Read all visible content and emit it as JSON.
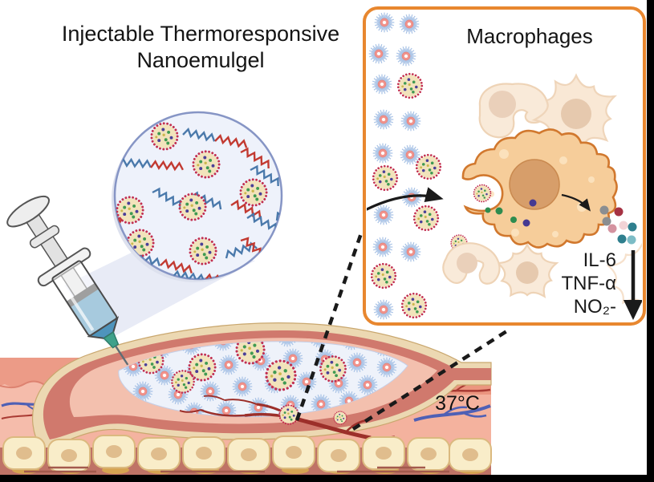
{
  "figure": {
    "title": "Injectable Thermoresponsive Nanoemulgel",
    "panel": {
      "label": "Macrophages",
      "cytokines": [
        "IL-6",
        "TNF-α",
        "NO₂-"
      ],
      "cytokine_trend_icon": "down-arrow"
    },
    "temperature": "37°C",
    "icons": {
      "syringe": "syringe-icon",
      "magnifier_inset": "zoom-circle-icon",
      "zoom_connector": "dashed-line-icon",
      "uptake_arrow": "curved-arrow-icon",
      "release_arrow": "curved-arrow-icon",
      "decrease_arrow": "down-arrow-icon"
    },
    "colors": {
      "panel_border": "#E8872F",
      "micelle_spikes": "#A9C3E6",
      "micelle_core": "#F2938C",
      "nanoparticle_shell": "#C23050",
      "nanoparticle_core": "#F2E3BB",
      "cargo_green": "#3F9A52",
      "cargo_purple": "#4A3F98",
      "polymer_blue": "#4A79AB",
      "polymer_red": "#C23A31",
      "macrophage_body": "#F6CD9A",
      "macrophage_outline": "#D1782E",
      "macrophage_nucleus": "#D79E6A",
      "pale_macrophage": "#F9E9D6",
      "syringe_liquid": "#4E94BC",
      "needle_hub": "#3FA18A",
      "skin_surface": "#ECD8B2",
      "skin_rose": "#D0796D",
      "dermis": "#F3AE9B",
      "gel": "#EEF2FA",
      "fat": "#F9EDC9",
      "muscle": "#BF7366",
      "vessel_red": "#A93A33",
      "vessel_blue": "#4F60B5"
    }
  }
}
